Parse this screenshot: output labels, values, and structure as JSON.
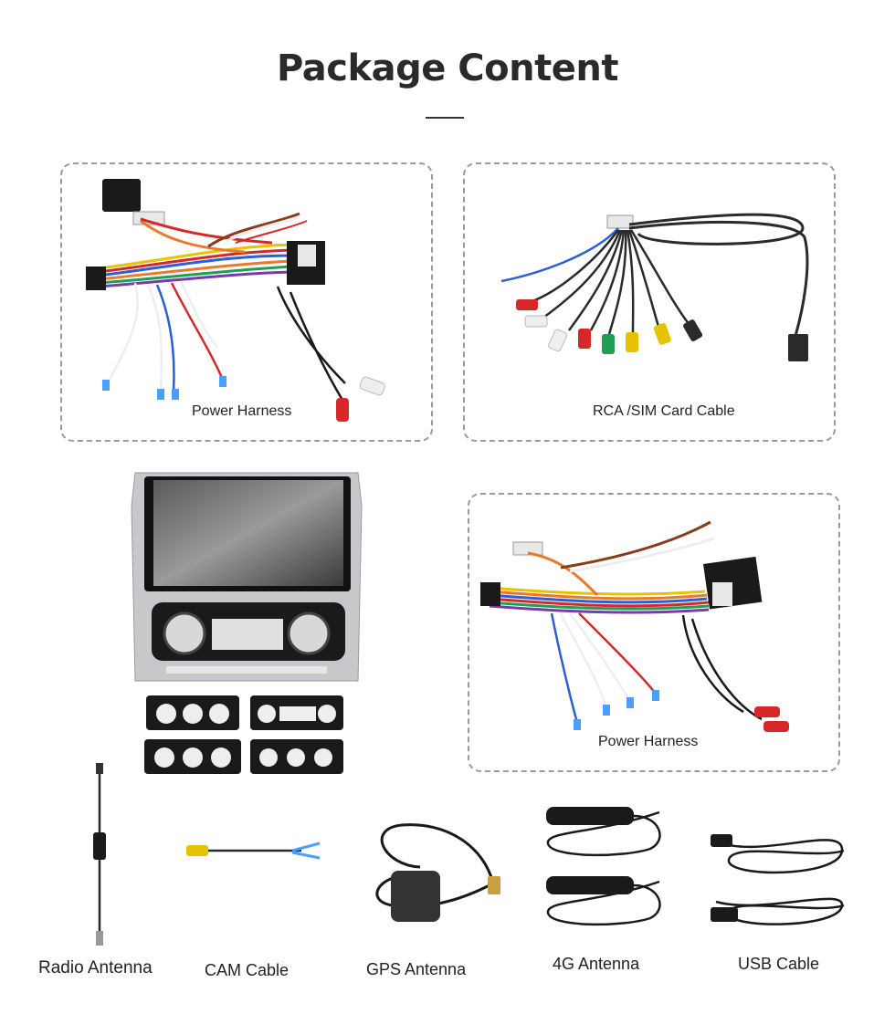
{
  "page": {
    "title": "Package Content"
  },
  "boxes": {
    "power_harness_1": {
      "label": "Power Harness"
    },
    "rca_sim_cable": {
      "label": "RCA /SIM Card Cable"
    },
    "power_harness_2": {
      "label": "Power Harness"
    }
  },
  "items": {
    "radio_antenna": {
      "label": "Radio Antenna"
    },
    "cam_cable": {
      "label": "CAM Cable"
    },
    "gps_antenna": {
      "label": "GPS Antenna"
    },
    "antenna_4g": {
      "label": "4G Antenna"
    },
    "usb_cable": {
      "label": "USB Cable"
    }
  },
  "colors": {
    "dashed_border": "#9a9a9a",
    "rca_red": "#d62828",
    "rca_white": "#eeeeee",
    "rca_yellow": "#e6c200",
    "rca_green": "#1f9e55",
    "harness_orange": "#e87a2a",
    "harness_blue": "#2a5fd6"
  },
  "icons": {
    "harness": "power-harness-illustration",
    "rca": "rca-sim-cable-illustration",
    "head_unit": "car-stereo-head-unit-image",
    "frames": "trim-panel-frames",
    "radio_antenna": "radio-antenna-cable",
    "cam": "camera-cable",
    "gps": "gps-antenna-puck",
    "lte": "4g-antenna-stick",
    "usb": "usb-cable"
  }
}
